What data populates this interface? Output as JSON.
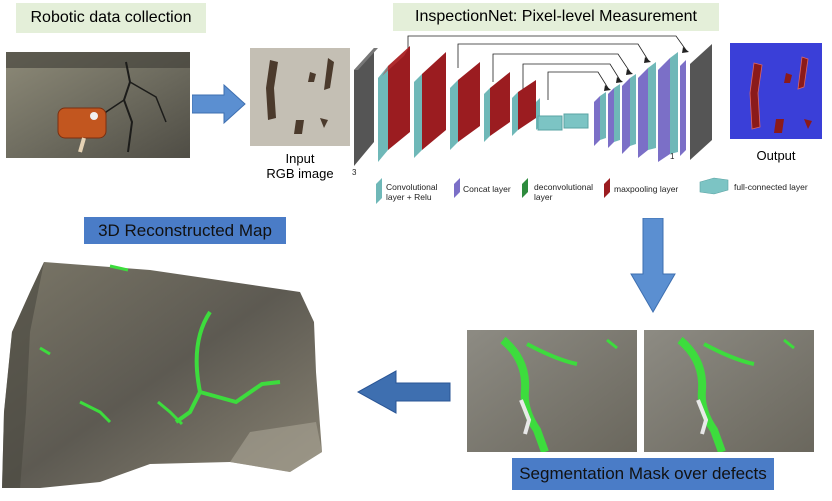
{
  "titles": {
    "robotic": "Robotic data collection",
    "inspectionnet": "InspectionNet: Pixel-level Measurement",
    "reconstructed": "3D Reconstructed Map",
    "segmentation": "Segmentation Mask over defects"
  },
  "captions": {
    "input_line1": "Input",
    "input_line2": "RGB image",
    "output": "Output"
  },
  "network": {
    "input_channels": "3",
    "output_channels": "1"
  },
  "legend": [
    {
      "label_line1": "Convolutional",
      "label_line2": "layer + Relu",
      "color": "#6fb8b8"
    },
    {
      "label_line1": "Concat layer",
      "label_line2": "",
      "color": "#7b6fc7"
    },
    {
      "label_line1": "deconvolutional",
      "label_line2": "layer",
      "color": "#2e8b3e"
    },
    {
      "label_line1": "maxpooling layer",
      "label_line2": "",
      "color": "#9b1c20"
    },
    {
      "label_line1": "full-connected layer",
      "label_line2": "",
      "color": "#7cc4c4"
    }
  ],
  "colors": {
    "arrow": "#5b9bd5",
    "conv": "#6fb8b8",
    "pool": "#9b1c20",
    "concat": "#7b6fc7",
    "gray_block": "#5a5a5a",
    "defect_mask": "#3ddc3d"
  }
}
